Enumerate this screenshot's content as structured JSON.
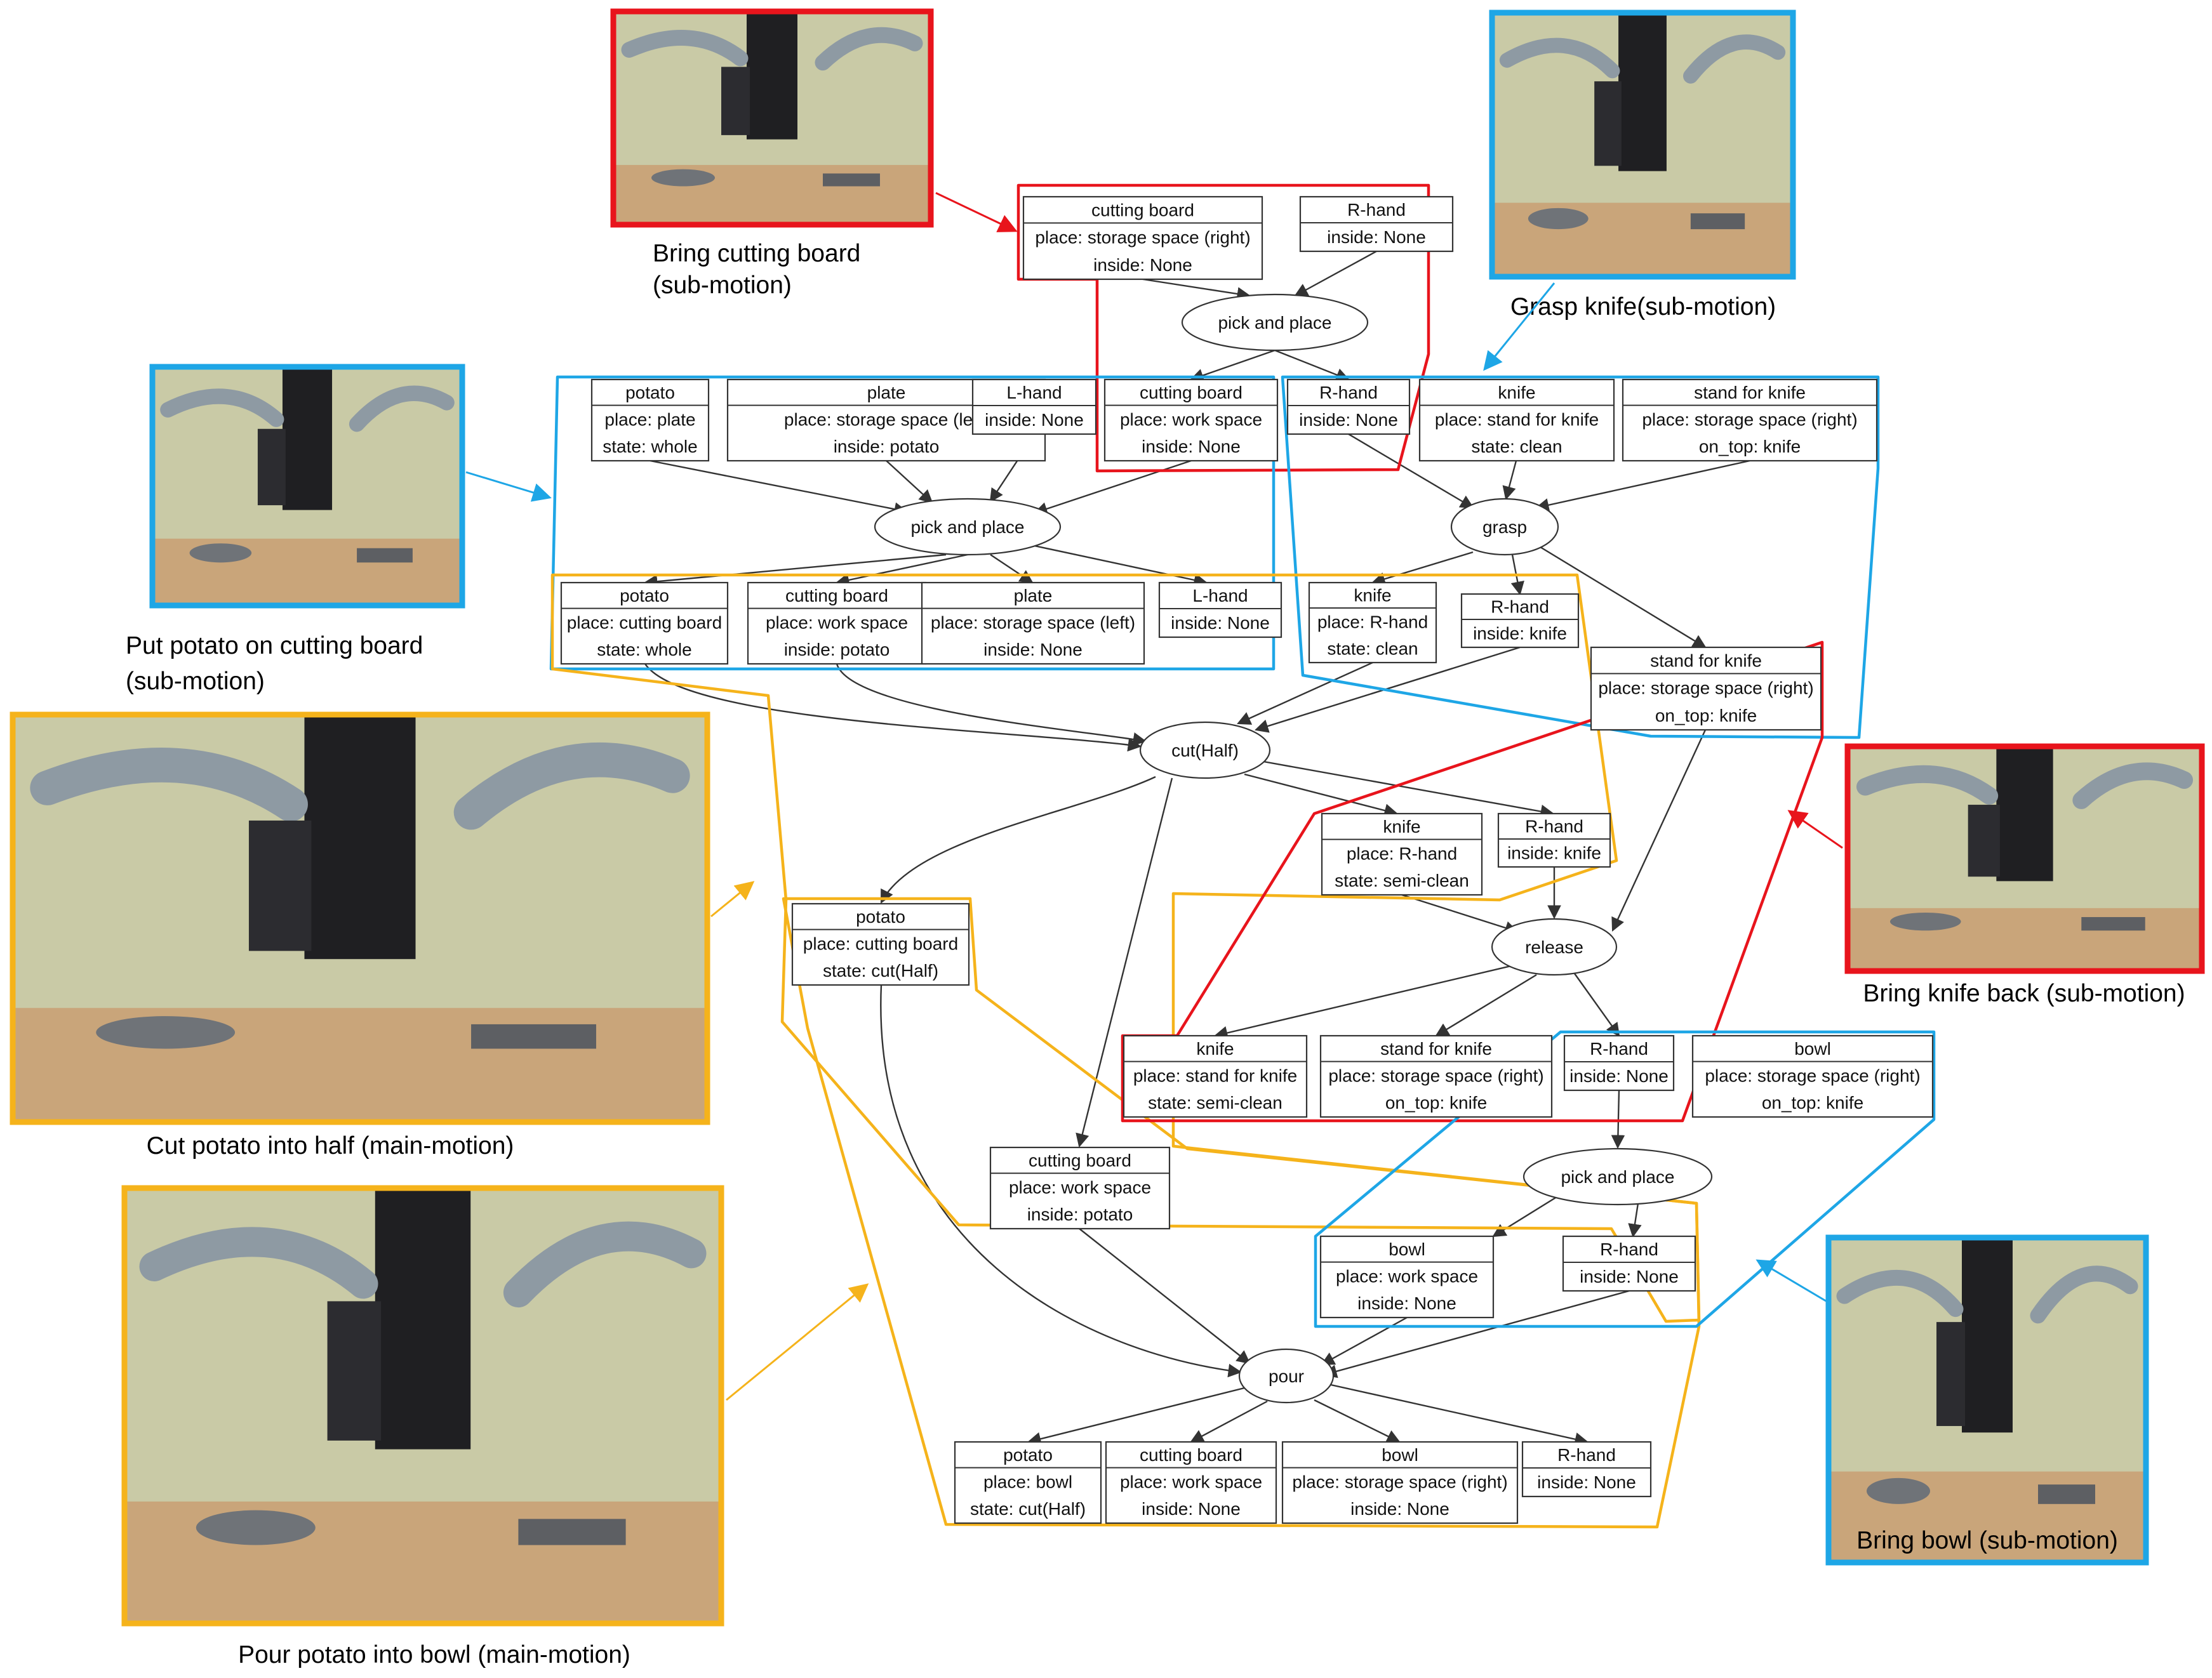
{
  "colors": {
    "sub_motion_red": "#e8141c",
    "sub_motion_blue": "#1ea6e6",
    "main_motion_yellow": "#f5b31b",
    "edge": "#333333"
  },
  "photos": [
    {
      "id": "bring-cutting-board",
      "caption": [
        "Bring cutting board",
        "(sub-motion)"
      ],
      "frame_color": "red"
    },
    {
      "id": "grasp-knife",
      "caption": [
        "Grasp knife(sub-motion)"
      ],
      "frame_color": "blue"
    },
    {
      "id": "put-potato",
      "caption": [
        "Put potato on cutting board",
        "(sub-motion)"
      ],
      "frame_color": "blue"
    },
    {
      "id": "cut-potato",
      "caption": [
        "Cut potato into half (main-motion)"
      ],
      "frame_color": "yellow"
    },
    {
      "id": "bring-knife-back",
      "caption": [
        "Bring knife back (sub-motion)"
      ],
      "frame_color": "red"
    },
    {
      "id": "pour-potato",
      "caption": [
        "Pour potato into bowl (main-motion)"
      ],
      "frame_color": "yellow"
    },
    {
      "id": "bring-bowl",
      "caption": [
        "Bring bowl (sub-motion)"
      ],
      "frame_color": "blue"
    }
  ],
  "motions": [
    {
      "id": "m1",
      "label": "pick and place"
    },
    {
      "id": "m2",
      "label": "pick and place"
    },
    {
      "id": "m3",
      "label": "grasp"
    },
    {
      "id": "m4",
      "label": "cut(Half)"
    },
    {
      "id": "m5",
      "label": "release"
    },
    {
      "id": "m6",
      "label": "pick and place"
    },
    {
      "id": "m7",
      "label": "pour"
    }
  ],
  "objects": [
    {
      "id": "o1",
      "lines": [
        "cutting board",
        "place: storage space (right)",
        "inside: None"
      ]
    },
    {
      "id": "o2",
      "lines": [
        "R-hand",
        "inside: None"
      ]
    },
    {
      "id": "o3",
      "lines": [
        "potato",
        "place: plate",
        "state:  whole"
      ]
    },
    {
      "id": "o4",
      "lines": [
        "plate",
        "place: storage space (left)",
        "inside: potato"
      ]
    },
    {
      "id": "o5",
      "lines": [
        "L-hand",
        "inside: None"
      ]
    },
    {
      "id": "o6",
      "lines": [
        "cutting board",
        "place: work space",
        "inside: None"
      ]
    },
    {
      "id": "o7",
      "lines": [
        "R-hand",
        "inside: None"
      ]
    },
    {
      "id": "o8",
      "lines": [
        "knife",
        "place: stand for knife",
        "state:  clean"
      ]
    },
    {
      "id": "o9",
      "lines": [
        "stand for knife",
        "place: storage space (right)",
        "on_top: knife"
      ]
    },
    {
      "id": "o10",
      "lines": [
        "potato",
        "place: cutting  board",
        "state:  whole"
      ]
    },
    {
      "id": "o11",
      "lines": [
        "cutting board",
        "place: work space",
        "inside: potato"
      ]
    },
    {
      "id": "o12",
      "lines": [
        "plate",
        "place: storage space (left)",
        "inside: None"
      ]
    },
    {
      "id": "o13",
      "lines": [
        "L-hand",
        "inside: None"
      ]
    },
    {
      "id": "o14",
      "lines": [
        "knife",
        "place: R-hand",
        "state:  clean"
      ]
    },
    {
      "id": "o15",
      "lines": [
        "R-hand",
        "inside: knife"
      ]
    },
    {
      "id": "o16",
      "lines": [
        "stand for knife",
        "place: storage space (right)",
        "on_top: knife"
      ]
    },
    {
      "id": "o17",
      "lines": [
        "knife",
        "place: R-hand",
        "state:  semi-clean"
      ]
    },
    {
      "id": "o18",
      "lines": [
        "R-hand",
        "inside: knife"
      ]
    },
    {
      "id": "o19",
      "lines": [
        "potato",
        "place: cutting  board",
        "state:  cut(Half)"
      ]
    },
    {
      "id": "o20",
      "lines": [
        "knife",
        "place: stand for knife",
        "state:  semi-clean"
      ]
    },
    {
      "id": "o21",
      "lines": [
        "stand for knife",
        "place: storage space (right)",
        "on_top: knife"
      ]
    },
    {
      "id": "o22",
      "lines": [
        "R-hand",
        "inside: None"
      ]
    },
    {
      "id": "o23",
      "lines": [
        "bowl",
        "place: storage space (right)",
        "on_top: knife"
      ]
    },
    {
      "id": "o24",
      "lines": [
        "cutting board",
        "place: work space",
        "inside: potato"
      ]
    },
    {
      "id": "o25",
      "lines": [
        "bowl",
        "place: work space",
        "inside: None"
      ]
    },
    {
      "id": "o26",
      "lines": [
        "R-hand",
        "inside: None"
      ]
    },
    {
      "id": "o27",
      "lines": [
        "potato",
        "place: bowl",
        "state:  cut(Half)"
      ]
    },
    {
      "id": "o28",
      "lines": [
        "cutting board",
        "place: work space",
        "inside: None"
      ]
    },
    {
      "id": "o29",
      "lines": [
        "bowl",
        "place: storage space (right)",
        "inside: None"
      ]
    },
    {
      "id": "o30",
      "lines": [
        "R-hand",
        "inside: None"
      ]
    }
  ]
}
